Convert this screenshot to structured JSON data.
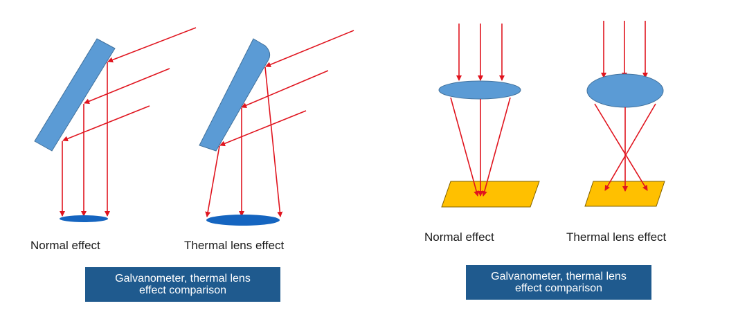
{
  "left_panel": {
    "labels": {
      "normal": "Normal effect",
      "thermal": "Thermal lens effect"
    },
    "caption": {
      "line1": "Galvanometer, thermal lens",
      "line2": "effect comparison"
    }
  },
  "right_panel": {
    "labels": {
      "normal": "Normal effect",
      "thermal": "Thermal lens effect"
    },
    "caption": {
      "line1": "Galvanometer, thermal lens",
      "line2": "effect comparison"
    }
  },
  "colors": {
    "mirror": "#5b9bd5",
    "mirror_edge": "#41719c",
    "beam": "#e0141e",
    "spot": "#1565c0",
    "lens": "#5b9bd5",
    "workpiece": "#ffc000",
    "workpiece_edge": "#7f6000",
    "caption_bg": "#1f5a8e"
  }
}
